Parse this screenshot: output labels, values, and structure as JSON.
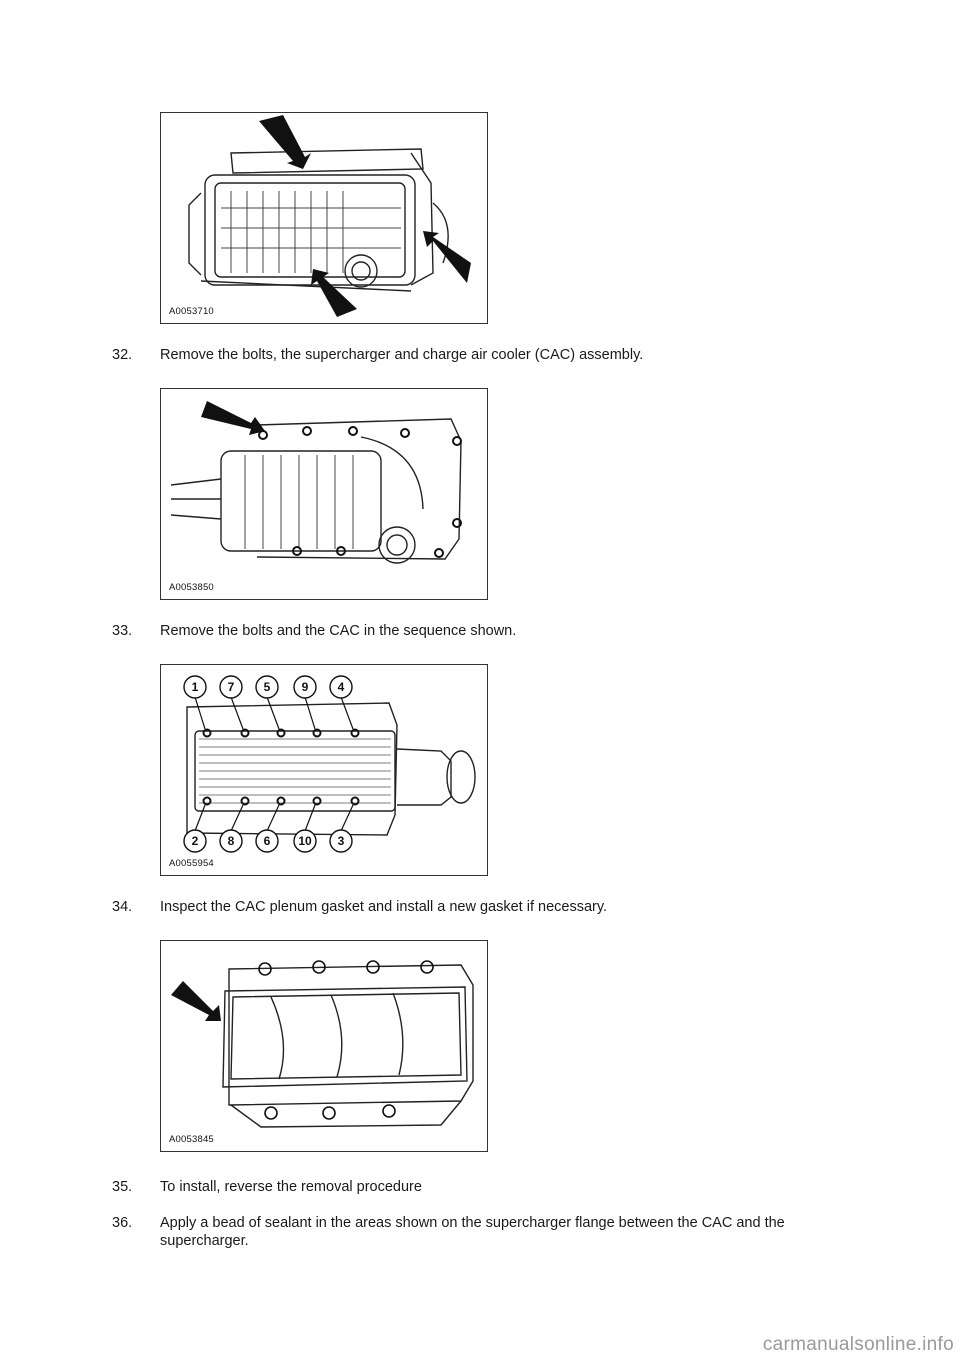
{
  "figures": [
    {
      "id": "A0053710"
    },
    {
      "id": "A0053850"
    },
    {
      "id": "A0055954",
      "callouts_top": [
        "1",
        "7",
        "5",
        "9",
        "4"
      ],
      "callouts_bottom": [
        "2",
        "8",
        "6",
        "10",
        "3"
      ]
    },
    {
      "id": "A0053845"
    }
  ],
  "steps": [
    {
      "num": "32.",
      "text": "Remove the bolts, the supercharger and charge air cooler (CAC) assembly."
    },
    {
      "num": "33.",
      "text": "Remove the bolts and the CAC in the sequence shown."
    },
    {
      "num": "34.",
      "text": "Inspect the CAC plenum gasket and install a new gasket if necessary."
    },
    {
      "num": "35.",
      "text": "To install, reverse the removal procedure"
    },
    {
      "num": "36.",
      "text": "Apply a bead of sealant in the areas shown on the supercharger flange between the CAC and the supercharger."
    }
  ],
  "watermark": "carmanualsonline.info"
}
